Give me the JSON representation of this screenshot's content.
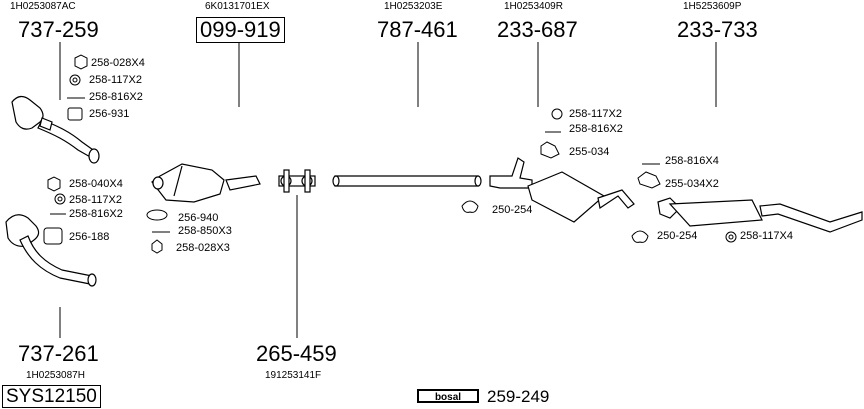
{
  "top_codes": [
    "1H0253087AC",
    "6K0131701EX",
    "1H0253203E",
    "1H0253409R",
    "1H5253609P"
  ],
  "parts": {
    "front_pipe_top": "737-259",
    "catalyst": "099-919",
    "middle_pipe": "787-461",
    "middle_silencer": "233-687",
    "rear_silencer": "233-733",
    "front_pipe_bottom": "737-261",
    "clamp": "265-459"
  },
  "bottom_codes": [
    "1H0253087H",
    "191253141F"
  ],
  "accessories": {
    "a1": "258-028X4",
    "a2": "258-117X2",
    "a3": "258-816X2",
    "a4": "256-931",
    "a5": "258-040X4",
    "a6": "258-117X2",
    "a7": "258-816X2",
    "a8": "256-188",
    "a9": "256-940",
    "a10": "258-850X3",
    "a11": "258-028X3",
    "a12": "258-117X2",
    "a13": "258-816X2",
    "a14": "255-034",
    "a15": "250-254",
    "a16": "258-816X4",
    "a17": "255-034X2",
    "a18": "250-254",
    "a19": "258-117X4"
  },
  "footer": {
    "system_id": "SYS12150",
    "brand": "bosal",
    "kit_code": "259-249"
  }
}
